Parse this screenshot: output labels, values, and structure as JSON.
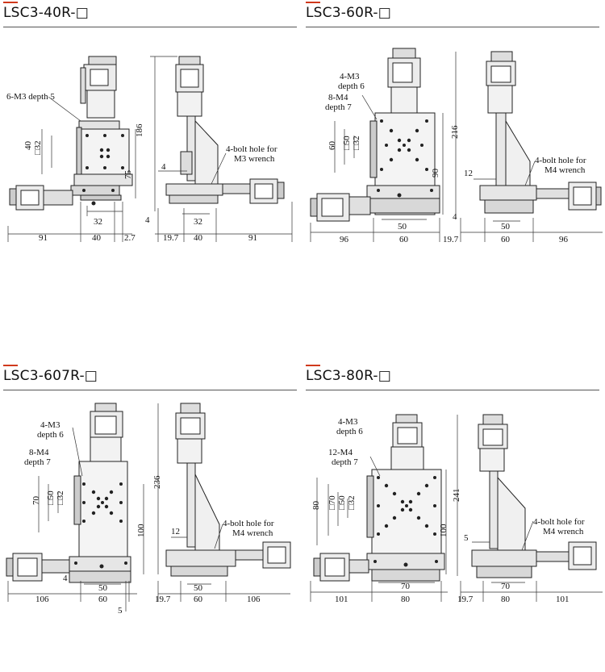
{
  "colors": {
    "accent": "#d0391c",
    "line": "#222222",
    "body_fill": "#ececec",
    "dark_fill": "#bdbdbd"
  },
  "panels": [
    {
      "title": "LSC3-40R-□",
      "notes": {
        "holes": "6-M3 depth 5",
        "bolt_line1": "4-bolt hole for",
        "bolt_line2": "M3 wrench"
      },
      "dims": {
        "height": "186",
        "stage_h": "75",
        "side_sq": "40",
        "inner_sq": "□32",
        "offset": "4",
        "base_t": "4",
        "w_small_front": "32",
        "w_small_side": "32",
        "knob_left": "91",
        "width_front": "40",
        "gap": "2.7",
        "offset_side": "19.7",
        "width_side": "40",
        "knob_right": "91"
      }
    },
    {
      "title": "LSC3-60R-□",
      "notes": {
        "holes_a1": "4-M3",
        "holes_a2": "depth 6",
        "holes_b1": "8-M4",
        "holes_b2": "depth 7",
        "bolt_line1": "4-bolt hole for",
        "bolt_line2": "M4 wrench"
      },
      "dims": {
        "height": "216",
        "stage_h": "90",
        "side_sq": "60",
        "inner_sq1": "□50",
        "inner_sq2": "□32",
        "offset": "12",
        "base_t": "4",
        "w_small_front": "50",
        "w_small_side": "50",
        "knob_left": "96",
        "width_front": "60",
        "offset_side": "19.7",
        "width_side": "60",
        "knob_right": "96"
      }
    },
    {
      "title": "LSC3-607R-□",
      "notes": {
        "holes_a1": "4-M3",
        "holes_a2": "depth 6",
        "holes_b1": "8-M4",
        "holes_b2": "depth 7",
        "bolt_line1": "4-bolt hole for",
        "bolt_line2": "M4 wrench"
      },
      "dims": {
        "height": "236",
        "stage_h": "100",
        "side_sq": "70",
        "inner_sq1": "□50",
        "inner_sq2": "□32",
        "offset": "12",
        "base_t": "4",
        "gap": "5",
        "w_small_front": "50",
        "w_small_side": "50",
        "knob_left": "106",
        "width_front": "60",
        "offset_side": "19.7",
        "width_side": "60",
        "knob_right": "106"
      }
    },
    {
      "title": "LSC3-80R-□",
      "notes": {
        "holes_a1": "4-M3",
        "holes_a2": "depth 6",
        "holes_b1": "12-M4",
        "holes_b2": "depth 7",
        "bolt_line1": "4-bolt hole for",
        "bolt_line2": "M4 wrench"
      },
      "dims": {
        "height": "241",
        "stage_h": "100",
        "side_sq": "80",
        "inner_sq1": "□70",
        "inner_sq2": "□50",
        "inner_sq3": "□32",
        "offset": "5",
        "w_small_front": "70",
        "w_small_side": "70",
        "knob_left": "101",
        "width_front": "80",
        "offset_side": "19.7",
        "width_side": "80",
        "knob_right": "101"
      }
    }
  ]
}
